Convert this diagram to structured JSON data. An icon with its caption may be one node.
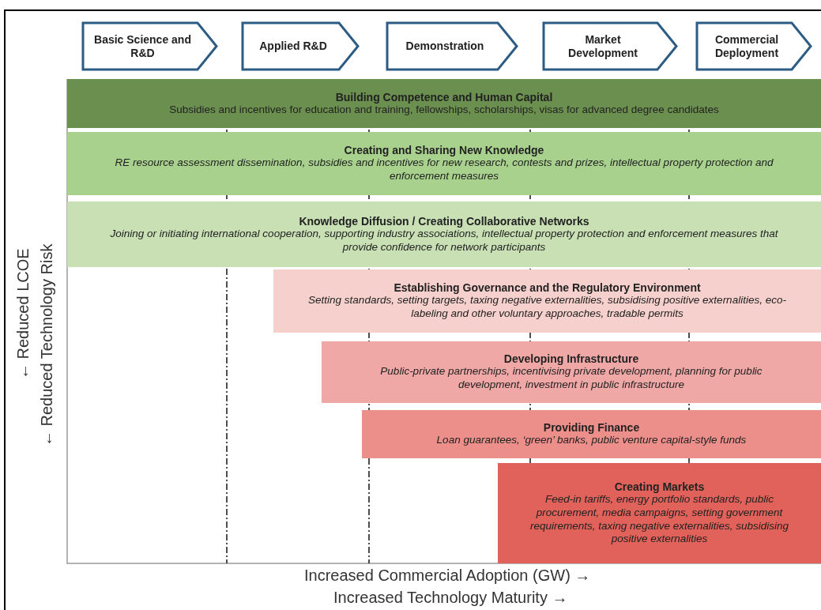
{
  "diagram": {
    "nodes": [
      {
        "text": [
          "Basic Science and R&D"
        ]
      },
      {
        "text": [
          "Applied R&D"
        ]
      },
      {
        "text": [
          "Demonstration"
        ]
      },
      {
        "text": [
          "Market Development"
        ]
      },
      {
        "text": [
          "Commercial Deployment"
        ]
      },
      {
        "text": [
          "Building Competence and Human Capital",
          "Subsidies and incentives for education and training, fellowships, scholarships, visas for advanced degree candidates"
        ]
      },
      {
        "text": [
          "Creating and Sharing New Knowledge",
          "RE resource assessment dissemination, subsidies and incentives for new research, contests and prizes, intellectual property protection and enforcement measures"
        ]
      },
      {
        "text": [
          "Knowledge Diffusion / Creating Collaborative Networks",
          "Joining or initiating international cooperation, supporting industry associations, intellectual property protection and enforcement measures that provide confidence for network participants"
        ]
      },
      {
        "text": [
          "Establishing Governance and the Regulatory Environment",
          "Setting standards, setting targets, taxing negative externalities, subsidising positive externalities, eco-labeling and other voluntary approaches, tradable permits"
        ]
      },
      {
        "text": [
          "Developing Infrastructure",
          "Public-private partnerships, incentivising private development, planning for public development, investment in public infrastructure"
        ]
      },
      {
        "text": [
          "Providing Finance",
          "Loan guarantees, ‘green’ banks, public venture capital-style funds"
        ]
      },
      {
        "text": [
          "Creating Markets",
          "Feed-in tariffs, energy portfolio standards, public procurement, media campaigns, setting government requirements, taxing negative externalities, subsidising positive externalities"
        ]
      }
    ],
    "edges": [],
    "labels": [
      "← Reduced LCOE",
      "← Reduced Technology  Risk",
      "Increased Commercial Adoption (GW) →",
      "Increased Technology Maturity →"
    ]
  }
}
